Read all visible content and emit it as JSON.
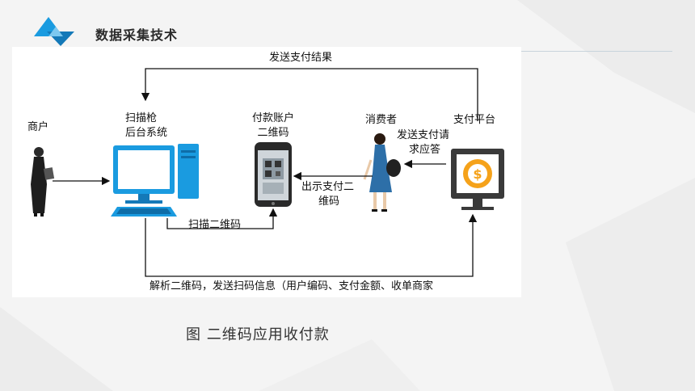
{
  "header": {
    "title": "数据采集技术"
  },
  "diagram": {
    "labels": {
      "merchant": "商户",
      "scanner_line1": "扫描枪",
      "scanner_line2": "后台系统",
      "qr_line1": "付款账户",
      "qr_line2": "二维码",
      "consumer": "消费者",
      "platform": "支付平台",
      "send_result": "发送支付结果",
      "request_line1": "发送支付请",
      "request_line2": "求应答",
      "show_line1": "出示支付二",
      "show_line2": "维码",
      "scan_qr": "扫描二维码",
      "parse": "解析二维码，发送扫码信息（用户编码、支付金额、收单商家"
    }
  },
  "caption": {
    "text": "图    二维码应用收付款"
  },
  "colors": {
    "accent": "#1a9be0",
    "accent_dark": "#1479b8",
    "monitor_dark": "#3a3a3a",
    "coin": "#f5a21a"
  }
}
